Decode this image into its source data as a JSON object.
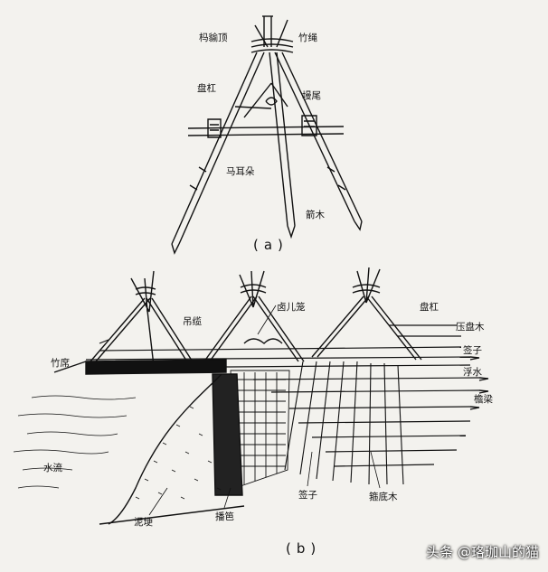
{
  "labels_a": {
    "top_left": "杩貐顶",
    "bamboo_rope": "竹绳",
    "cross_beam": "盘杠",
    "tail": "墁尾",
    "ear": "马耳朵",
    "arrow_wood": "箭木"
  },
  "caption_a": "(a)",
  "labels_b": {
    "hanging_rope": "吊缆",
    "stones": "卤儿笼",
    "cross_beam": "盘杠",
    "press_wood": "压盘木",
    "rail": "签子",
    "float": "浮水",
    "beams": "檐梁",
    "bamboo_mat": "竹席",
    "water": "水流",
    "mud": "泥埂",
    "weave": "播笆",
    "stake": "签子",
    "bottom_wood": "箍底木"
  },
  "caption_b": "(b)",
  "watermark": "头条 @珞珈山的猫"
}
